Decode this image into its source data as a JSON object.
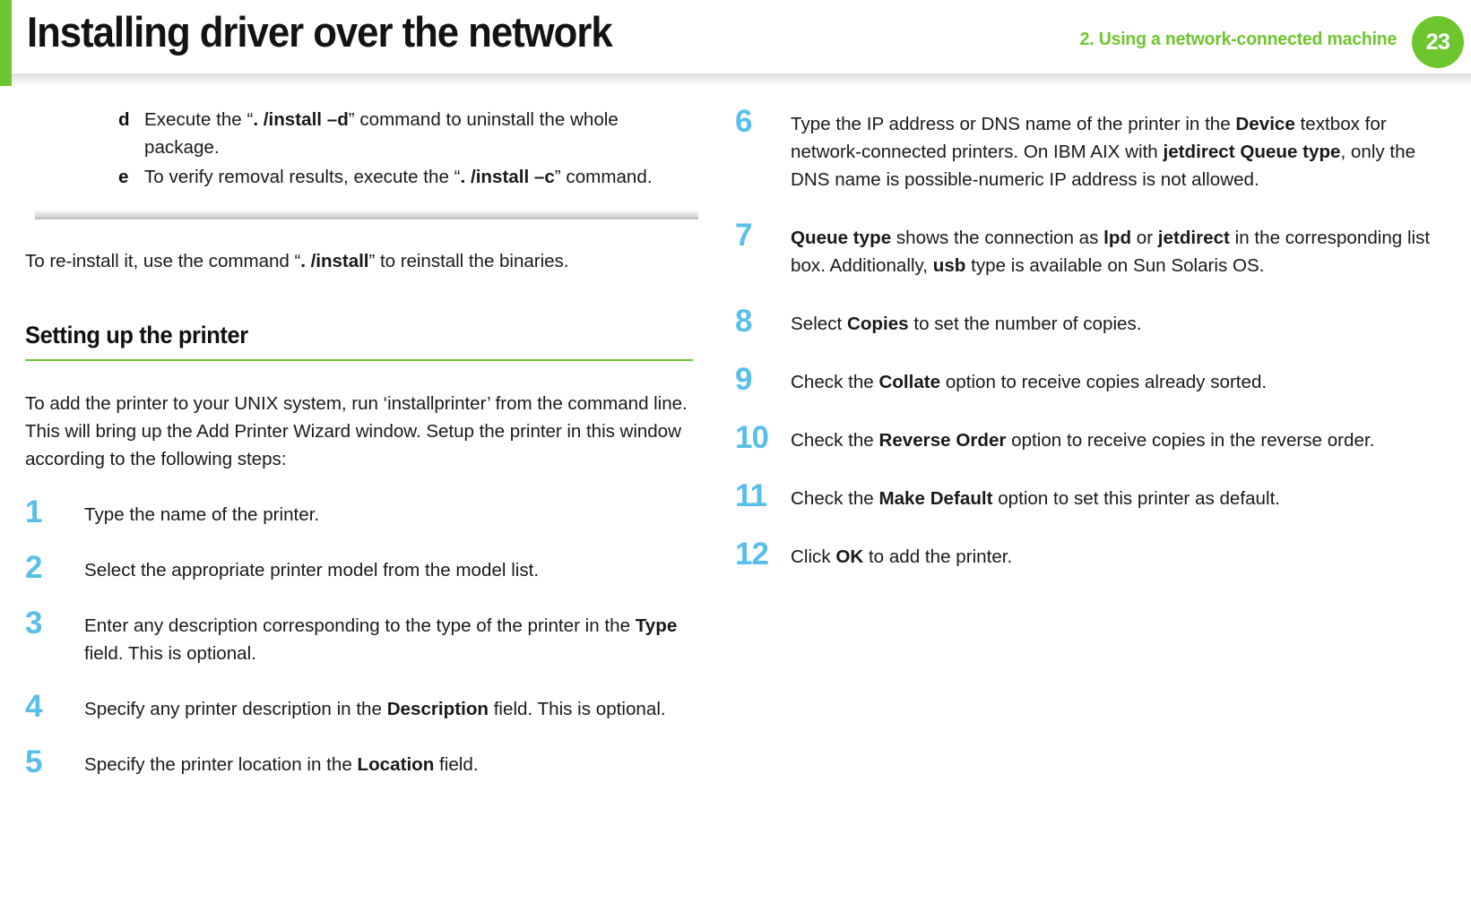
{
  "header": {
    "title": "Installing driver over the network",
    "chapter": "2.  Using a network-connected machine",
    "page_number": "23",
    "accent_green": "#6ec62e",
    "step_blue": "#58bfea"
  },
  "left_column": {
    "sub_steps": [
      {
        "marker": "d",
        "segments": [
          {
            "text": "Execute the “",
            "bold": false
          },
          {
            "text": ". /install –d",
            "bold": true
          },
          {
            "text": "” command to uninstall the whole package.",
            "bold": false
          }
        ]
      },
      {
        "marker": "e",
        "segments": [
          {
            "text": "To verify removal results, execute the “",
            "bold": false
          },
          {
            "text": ". /install –c",
            "bold": true
          },
          {
            "text": "” command.",
            "bold": false
          }
        ]
      }
    ],
    "reinstall_note": [
      {
        "text": "To re-install it, use the command “",
        "bold": false
      },
      {
        "text": ". /install",
        "bold": true
      },
      {
        "text": "” to reinstall the binaries.",
        "bold": false
      }
    ],
    "section_heading": "Setting up the printer",
    "intro_paragraph": [
      {
        "text": "To add the printer to your UNIX system, run ‘installprinter’ from the command line. This will bring up the Add Printer Wizard window. Setup the printer in this window according to the following steps:",
        "bold": false
      }
    ],
    "steps": [
      {
        "number": "1",
        "segments": [
          {
            "text": "Type the name of the printer.",
            "bold": false
          }
        ]
      },
      {
        "number": "2",
        "segments": [
          {
            "text": "Select the appropriate printer model from the model list.",
            "bold": false
          }
        ]
      },
      {
        "number": "3",
        "segments": [
          {
            "text": "Enter any description corresponding to the type of the printer in the ",
            "bold": false
          },
          {
            "text": "Type",
            "bold": true
          },
          {
            "text": " field. This is optional.",
            "bold": false
          }
        ]
      },
      {
        "number": "4",
        "segments": [
          {
            "text": "Specify any printer description in the ",
            "bold": false
          },
          {
            "text": "Description",
            "bold": true
          },
          {
            "text": " field. This is optional.",
            "bold": false
          }
        ]
      },
      {
        "number": "5",
        "segments": [
          {
            "text": "Specify the printer location in the ",
            "bold": false
          },
          {
            "text": "Location",
            "bold": true
          },
          {
            "text": " field.",
            "bold": false
          }
        ]
      }
    ]
  },
  "right_column": {
    "steps": [
      {
        "number": "6",
        "segments": [
          {
            "text": "Type the IP address or DNS name of the printer in the ",
            "bold": false
          },
          {
            "text": "Device",
            "bold": true
          },
          {
            "text": " textbox for network-connected printers. On IBM AIX with ",
            "bold": false
          },
          {
            "text": "jetdirect Queue type",
            "bold": true
          },
          {
            "text": ", only the DNS name is possible-numeric IP address is not allowed.",
            "bold": false
          }
        ]
      },
      {
        "number": "7",
        "segments": [
          {
            "text": "Queue type",
            "bold": true
          },
          {
            "text": " shows the connection as ",
            "bold": false
          },
          {
            "text": "lpd",
            "bold": true
          },
          {
            "text": " or ",
            "bold": false
          },
          {
            "text": "jetdirect",
            "bold": true
          },
          {
            "text": " in the corresponding list box. Additionally, ",
            "bold": false
          },
          {
            "text": "usb",
            "bold": true
          },
          {
            "text": " type is available on Sun Solaris OS.",
            "bold": false
          }
        ]
      },
      {
        "number": "8",
        "segments": [
          {
            "text": "Select ",
            "bold": false
          },
          {
            "text": "Copies",
            "bold": true
          },
          {
            "text": " to set the number of copies.",
            "bold": false
          }
        ]
      },
      {
        "number": "9",
        "segments": [
          {
            "text": "Check the ",
            "bold": false
          },
          {
            "text": "Collate",
            "bold": true
          },
          {
            "text": " option to receive copies already sorted.",
            "bold": false
          }
        ]
      },
      {
        "number": "10",
        "segments": [
          {
            "text": "Check the ",
            "bold": false
          },
          {
            "text": "Reverse Order",
            "bold": true
          },
          {
            "text": " option to receive copies in the reverse order.",
            "bold": false
          }
        ]
      },
      {
        "number": "11",
        "segments": [
          {
            "text": "Check the ",
            "bold": false
          },
          {
            "text": "Make Default",
            "bold": true
          },
          {
            "text": " option to set this printer as default.",
            "bold": false
          }
        ]
      },
      {
        "number": "12",
        "segments": [
          {
            "text": "Click ",
            "bold": false
          },
          {
            "text": "OK",
            "bold": true
          },
          {
            "text": " to add the printer.",
            "bold": false
          }
        ]
      }
    ]
  }
}
